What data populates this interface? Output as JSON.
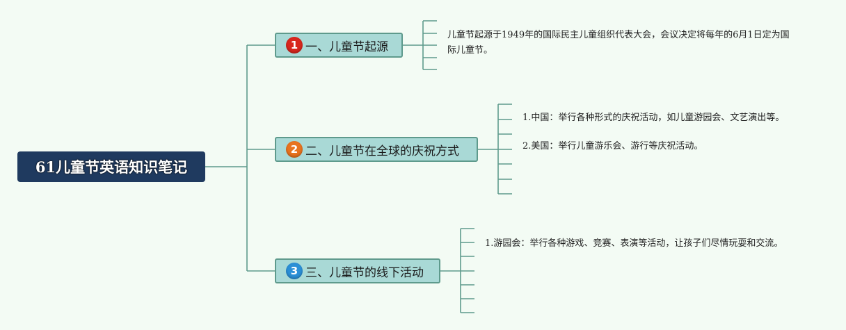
{
  "root": {
    "title": "61儿童节英语知识笔记"
  },
  "colors": {
    "line": "#5e9a8c",
    "root_bg": "#1f3a5f",
    "branch_bg": "#a9d9d6",
    "badge1": "#d8261d",
    "badge2": "#e8731e",
    "badge3": "#2b8fd6"
  },
  "branches": [
    {
      "number": "1",
      "label": "一、儿童节起源",
      "items": [
        "儿童节起源于1949年的国际民主儿童组织代表大会，会议决定将每年的6月1日定为国际儿童节。"
      ]
    },
    {
      "number": "2",
      "label": "二、儿童节在全球的庆祝方式",
      "items": [
        "1.中国：举行各种形式的庆祝活动，如儿童游园会、文艺演出等。",
        "2.美国：举行儿童游乐会、游行等庆祝活动。"
      ]
    },
    {
      "number": "3",
      "label": "三、儿童节的线下活动",
      "items": [
        "1.游园会：举行各种游戏、竞赛、表演等活动，让孩子们尽情玩耍和交流。"
      ]
    }
  ]
}
